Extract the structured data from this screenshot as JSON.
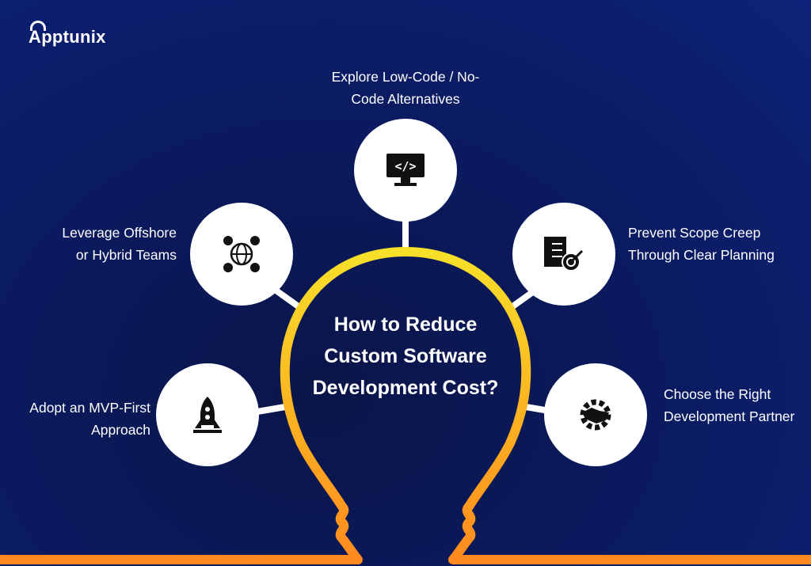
{
  "brand": {
    "name": "Apptunix"
  },
  "title": "How to Reduce Custom Software Development Cost?",
  "colors": {
    "background": "#0b1a5e",
    "bulb_top": "#f7e02a",
    "bulb_bottom": "#ff8a1f"
  },
  "items": [
    {
      "label": "Explore Low-Code / No-Code Alternatives",
      "icon": "code-monitor-icon"
    },
    {
      "label": "Leverage Offshore or Hybrid Teams",
      "icon": "global-team-icon"
    },
    {
      "label": "Prevent Scope Creep Through Clear Planning",
      "icon": "checklist-target-icon"
    },
    {
      "label": "Adopt an MVP-First Approach",
      "icon": "rocket-icon"
    },
    {
      "label": "Choose the Right Development Partner",
      "icon": "handshake-gear-icon"
    }
  ]
}
